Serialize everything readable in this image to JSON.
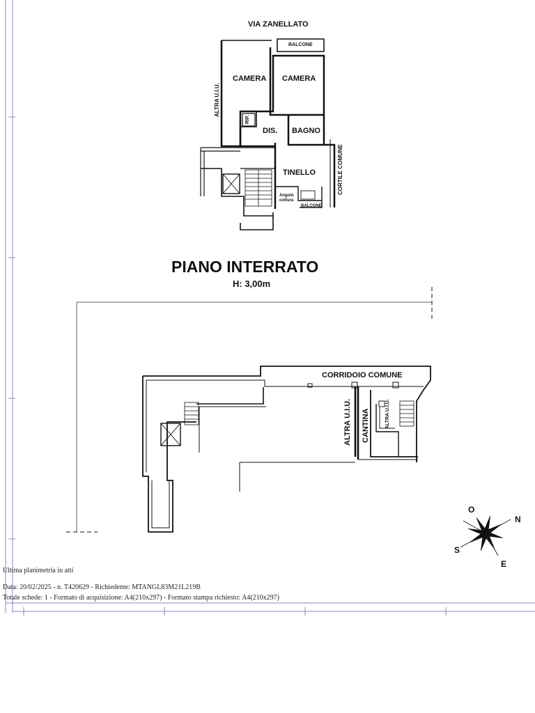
{
  "upper_floor": {
    "street": "VIA ZANELLATO",
    "rooms": {
      "balcony_top": "BALCONE",
      "camera_left": "CAMERA",
      "camera_right": "CAMERA",
      "rip": "RIP.",
      "dis": "DIS.",
      "bagno": "BAGNO",
      "tinello": "TINELLO",
      "angolo_cottura_1": "Angolo",
      "angolo_cottura_2": "cottura",
      "balcony_bottom": "BALCONE"
    },
    "altra_uiu": "ALTRA U.I.U.",
    "cortile": "CORTILE COMUNE"
  },
  "basement": {
    "title": "PIANO INTERRATO",
    "height": "H: 3,00m",
    "corridor": "CORRIDOIO COMUNE",
    "altra_uiu_left": "ALTRA U.I.U.",
    "cantina": "CANTINA",
    "altra_uiu_right": "ALTRA U.I.U."
  },
  "compass": {
    "north": "N",
    "south": "S",
    "east": "E",
    "west": "O"
  },
  "footer": {
    "line1": "Ultima planimetria in atti",
    "line2": "Data: 20/02/2025 - n. T420629 - Richiedente: MTANGL83M21L219B",
    "line3": "Totale schede: 1 - Formato di acquisizione: A4(210x297)  - Formato stampa richiesto: A4(210x297)"
  }
}
